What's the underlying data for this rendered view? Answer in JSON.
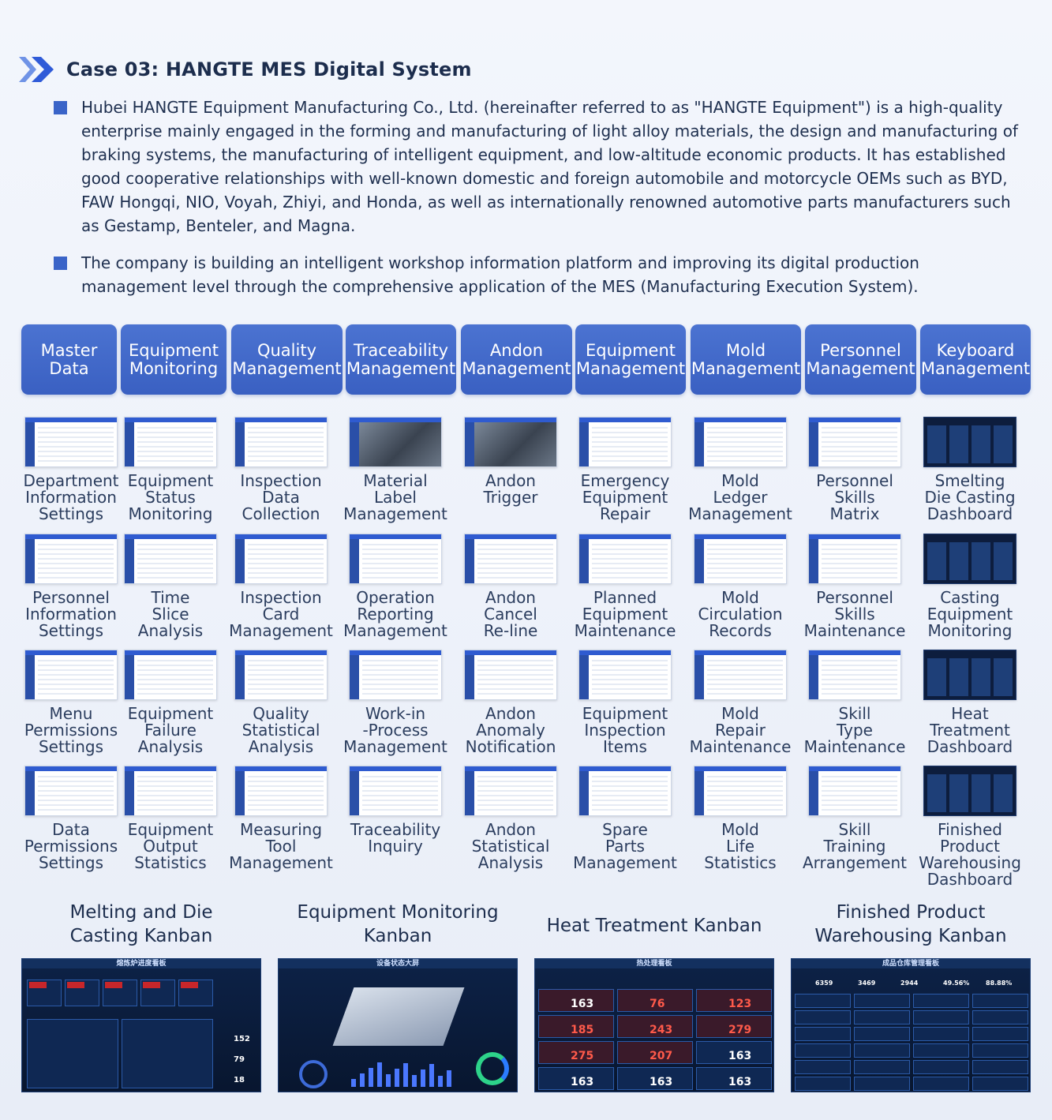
{
  "header": {
    "title": "Case 03: HANGTE MES Digital System"
  },
  "paragraphs": [
    "Hubei HANGTE Equipment Manufacturing Co., Ltd. (hereinafter referred to as \"HANGTE Equipment\") is a high-quality enterprise mainly engaged in the forming and manufacturing of light alloy materials, the design and manufacturing of braking systems, the manufacturing of intelligent equipment, and low-altitude economic products. It has established good cooperative relationships with well-known domestic and foreign automobile and motorcycle OEMs such as BYD, FAW Hongqi, NIO, Voyah, Zhiyi, and Honda, as well as internationally renowned automotive parts manufacturers such as Gestamp, Benteler, and Magna.",
    "The company is building an intelligent workshop information platform and improving its digital production management level through the comprehensive application of the MES (Manufacturing Execution System)."
  ],
  "categories": [
    [
      "Master",
      "Data"
    ],
    [
      "Equipment",
      "Monitoring"
    ],
    [
      "Quality",
      "Management"
    ],
    [
      "Traceability",
      "Management"
    ],
    [
      "Andon",
      "Management"
    ],
    [
      "Equipment",
      "Management"
    ],
    [
      "Mold",
      "Management"
    ],
    [
      "Personnel",
      "Management"
    ],
    [
      "Keyboard",
      "Management"
    ]
  ],
  "modules": [
    [
      [
        "Department",
        "Information",
        "Settings"
      ],
      [
        "Personnel",
        "Information",
        "Settings"
      ],
      [
        "Menu",
        "Permissions",
        "Settings"
      ],
      [
        "Data",
        "Permissions",
        "Settings"
      ]
    ],
    [
      [
        "Equipment",
        "Status",
        "Monitoring"
      ],
      [
        "Time",
        "Slice",
        "Analysis"
      ],
      [
        "Equipment",
        "Failure",
        "Analysis"
      ],
      [
        "Equipment",
        "Output",
        "Statistics"
      ]
    ],
    [
      [
        "Inspection",
        "Data",
        "Collection"
      ],
      [
        "Inspection",
        "Card",
        "Management"
      ],
      [
        "Quality",
        "Statistical",
        "Analysis"
      ],
      [
        "Measuring",
        "Tool",
        "Management"
      ]
    ],
    [
      [
        "Material",
        "Label",
        "Management"
      ],
      [
        "Operation",
        "Reporting",
        "Management"
      ],
      [
        "Work-in",
        "-Process",
        "Management"
      ],
      [
        "Traceability",
        "Inquiry"
      ]
    ],
    [
      [
        "Andon",
        "Trigger"
      ],
      [
        "Andon",
        "Cancel",
        "Re-line"
      ],
      [
        "Andon",
        "Anomaly",
        "Notification"
      ],
      [
        "Andon",
        "Statistical",
        "Analysis"
      ]
    ],
    [
      [
        "Emergency",
        "Equipment",
        "Repair"
      ],
      [
        "Planned",
        "Equipment",
        "Maintenance"
      ],
      [
        "Equipment",
        "Inspection",
        "Items"
      ],
      [
        "Spare",
        "Parts",
        "Management"
      ]
    ],
    [
      [
        "Mold",
        "Ledger",
        "Management"
      ],
      [
        "Mold",
        "Circulation",
        "Records"
      ],
      [
        "Mold",
        "Repair",
        "Maintenance"
      ],
      [
        "Mold",
        "Life",
        "Statistics"
      ]
    ],
    [
      [
        "Personnel",
        "Skills",
        "Matrix"
      ],
      [
        "Personnel",
        "Skills",
        "Maintenance"
      ],
      [
        "Skill",
        "Type",
        "Maintenance"
      ],
      [
        "Skill",
        "Training",
        "Arrangement"
      ]
    ],
    [
      [
        "Smelting",
        "Die Casting",
        "Dashboard"
      ],
      [
        "Casting",
        "Equipment",
        "Monitoring"
      ],
      [
        "Heat",
        "Treatment",
        "Dashboard"
      ],
      [
        "Finished Product",
        "Warehousing",
        "Dashboard"
      ]
    ]
  ],
  "kanbans": [
    {
      "title": [
        "Melting and Die",
        "Casting Kanban"
      ],
      "screen_title": "熔炼炉进度看板",
      "values": [
        "152",
        "79",
        "18"
      ]
    },
    {
      "title": [
        "Equipment Monitoring",
        "Kanban"
      ],
      "screen_title": "设备状态大屏",
      "values": []
    },
    {
      "title": [
        "Heat Treatment Kanban"
      ],
      "screen_title": "热处理看板",
      "values": [
        "163",
        "76",
        "123",
        "185",
        "243",
        "279",
        "275",
        "207",
        "163",
        "163",
        "163",
        "163"
      ]
    },
    {
      "title": [
        "Finished Product",
        "Warehousing Kanban"
      ],
      "screen_title": "成品仓库管理看板",
      "values": [
        "6359",
        "3469",
        "2944",
        "49.56%",
        "88.88%"
      ]
    }
  ],
  "colors": {
    "accent": "#3a60c2",
    "bullet": "#3a64c8",
    "kanban_bg": "#0d2247",
    "alert_red": "#c8262a"
  }
}
